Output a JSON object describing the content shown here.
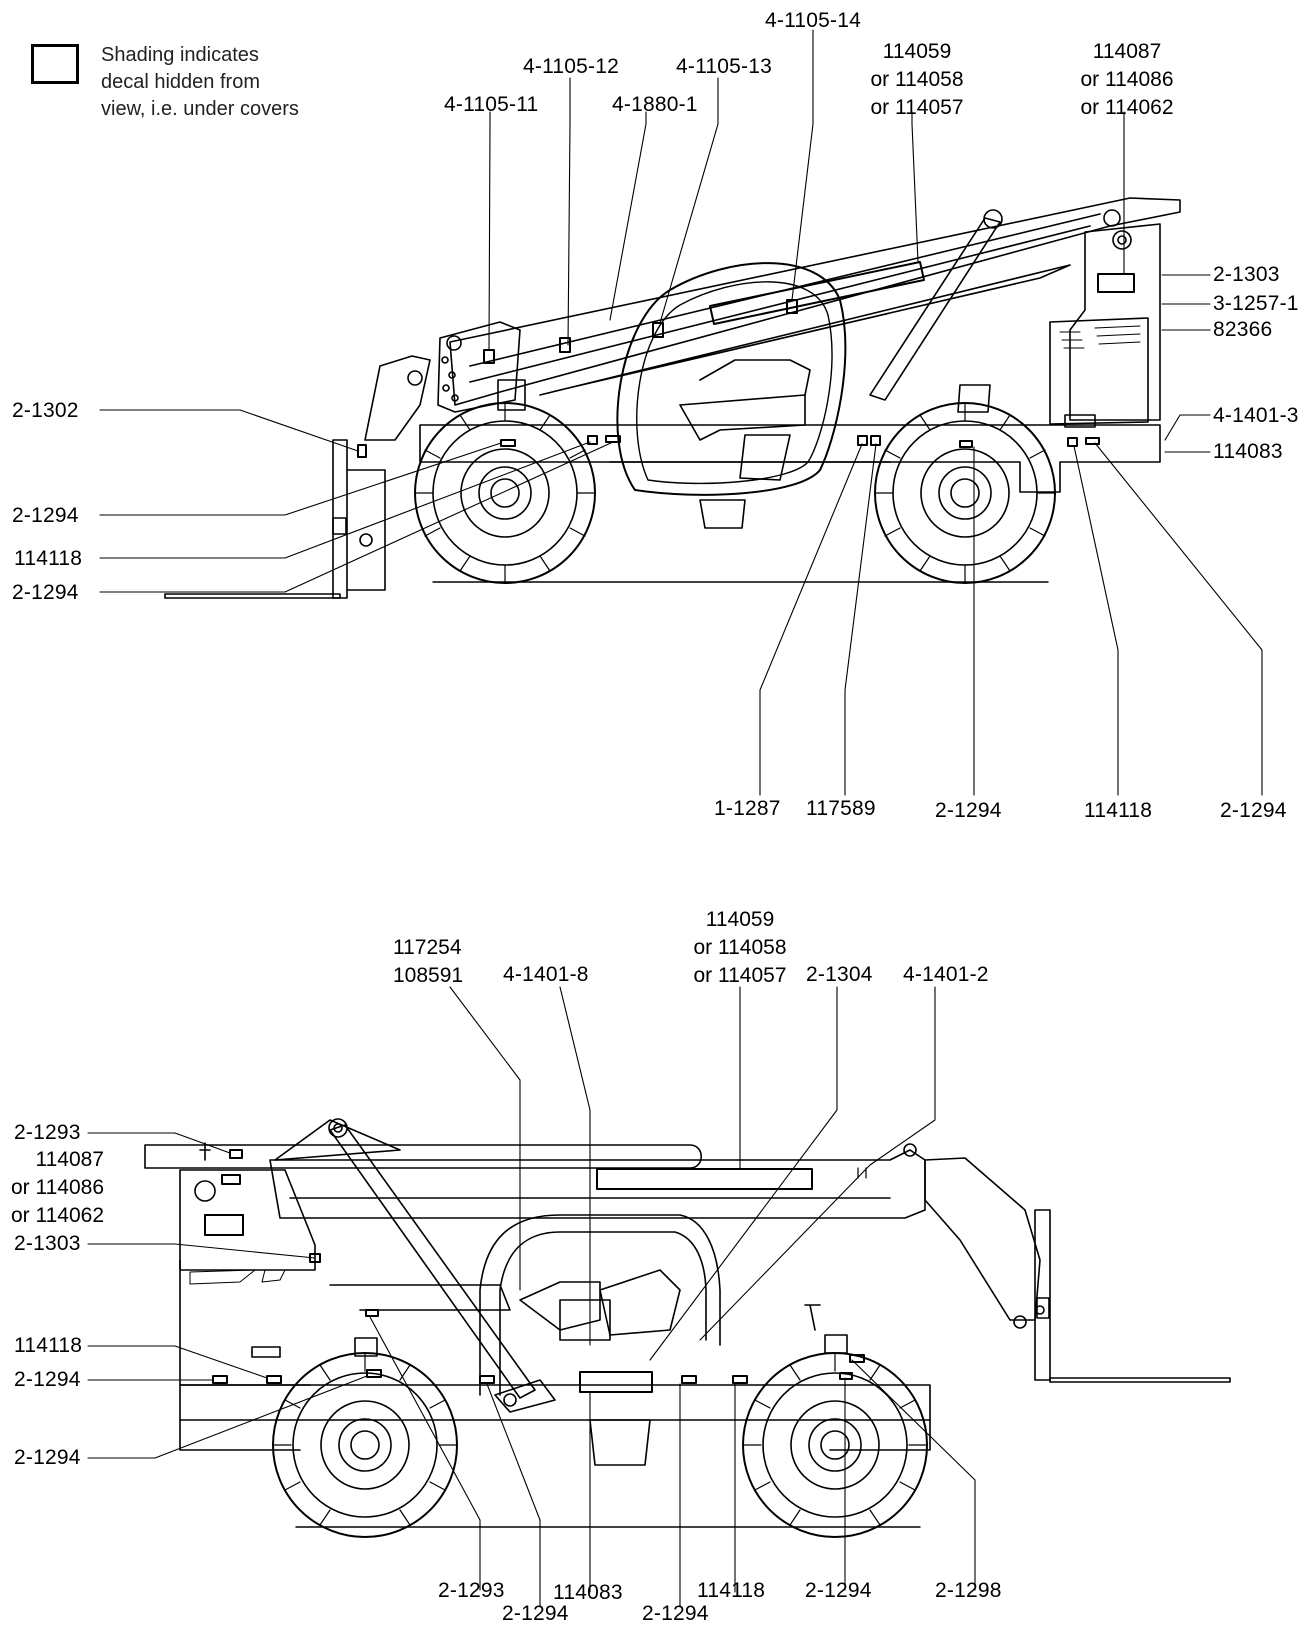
{
  "legend": {
    "lines": [
      "Shading indicates",
      "decal hidden from",
      "view, i.e. under covers"
    ]
  },
  "top_view": {
    "labels": {
      "l_4_1105_14": "4-1105-14",
      "l_4_1105_12": "4-1105-12",
      "l_4_1105_13": "4-1105-13",
      "l_4_1105_11": "4-1105-11",
      "l_4_1880_1": "4-1880-1",
      "l_114059_group": [
        "114059",
        "or 114058",
        "or 114057"
      ],
      "l_114087_group": [
        "114087",
        "or 114086",
        "or 114062"
      ],
      "l_2_1303": "2-1303",
      "l_3_1257_1": "3-1257-1",
      "l_82366": "82366",
      "l_4_1401_3": "4-1401-3",
      "l_114083": "114083",
      "l_2_1302": "2-1302",
      "l_2_1294_a": "2-1294",
      "l_114118_a": "114118",
      "l_2_1294_b": "2-1294",
      "l_1_1287": "1-1287",
      "l_117589": "117589",
      "l_2_1294_c": "2-1294",
      "l_114118_b": "114118",
      "l_2_1294_d": "2-1294"
    }
  },
  "bottom_view": {
    "labels": {
      "l_117254_group": [
        "117254",
        "108591"
      ],
      "l_4_1401_8": "4-1401-8",
      "l_114059_group": [
        "114059",
        "or 114058",
        "or 114057"
      ],
      "l_2_1304": "2-1304",
      "l_4_1401_2": "4-1401-2",
      "l_2_1293_a": "2-1293",
      "l_114087_group": [
        "114087",
        "or 114086",
        "or 114062"
      ],
      "l_2_1303": "2-1303",
      "l_114118_a": "114118",
      "l_2_1294_a": "2-1294",
      "l_2_1294_b": "2-1294",
      "l_2_1293_b": "2-1293",
      "l_2_1294_c": "2-1294",
      "l_114083": "114083",
      "l_2_1294_d": "2-1294",
      "l_114118_b": "114118",
      "l_2_1294_e": "2-1294",
      "l_2_1298": "2-1298"
    }
  }
}
